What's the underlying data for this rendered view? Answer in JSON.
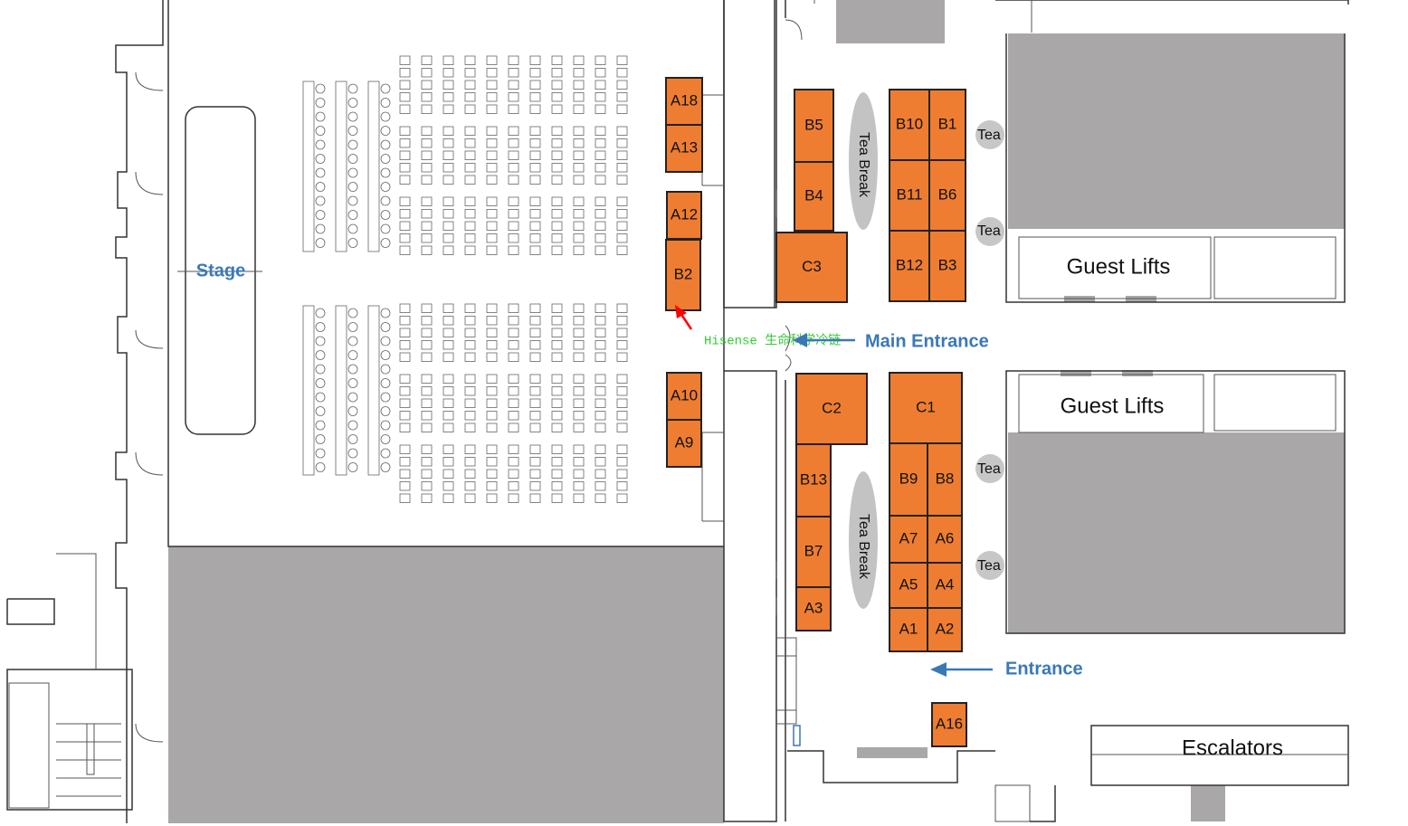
{
  "labels": {
    "stage": "Stage",
    "main_entrance": "Main Entrance",
    "entrance": "Entrance",
    "guest_lifts_top": "Guest Lifts",
    "guest_lifts_bottom": "Guest Lifts",
    "escalators": "Escalators",
    "tea_break_top": "Tea Break",
    "tea_break_bottom": "Tea Break",
    "tea_1": "Tea",
    "tea_2": "Tea",
    "tea_3": "Tea",
    "tea_4": "Tea",
    "overlay_text": "Hisense 生命科学冷链"
  },
  "colors": {
    "booth": "#ee7d31",
    "gray_area": "#a9a7a8",
    "label_blue": "#3a78b5",
    "overlay_green": "#33cc33",
    "arrow_red": "#ff0000"
  },
  "booths": [
    {
      "id": "A18"
    },
    {
      "id": "A13"
    },
    {
      "id": "A12"
    },
    {
      "id": "B2"
    },
    {
      "id": "A10"
    },
    {
      "id": "A9"
    },
    {
      "id": "B5"
    },
    {
      "id": "B4"
    },
    {
      "id": "C3"
    },
    {
      "id": "B10"
    },
    {
      "id": "B1"
    },
    {
      "id": "B11"
    },
    {
      "id": "B6"
    },
    {
      "id": "B12"
    },
    {
      "id": "B3"
    },
    {
      "id": "C2"
    },
    {
      "id": "B13"
    },
    {
      "id": "B7"
    },
    {
      "id": "A3"
    },
    {
      "id": "C1"
    },
    {
      "id": "B9"
    },
    {
      "id": "B8"
    },
    {
      "id": "A7"
    },
    {
      "id": "A6"
    },
    {
      "id": "A5"
    },
    {
      "id": "A4"
    },
    {
      "id": "A1"
    },
    {
      "id": "A2"
    },
    {
      "id": "A16"
    }
  ]
}
